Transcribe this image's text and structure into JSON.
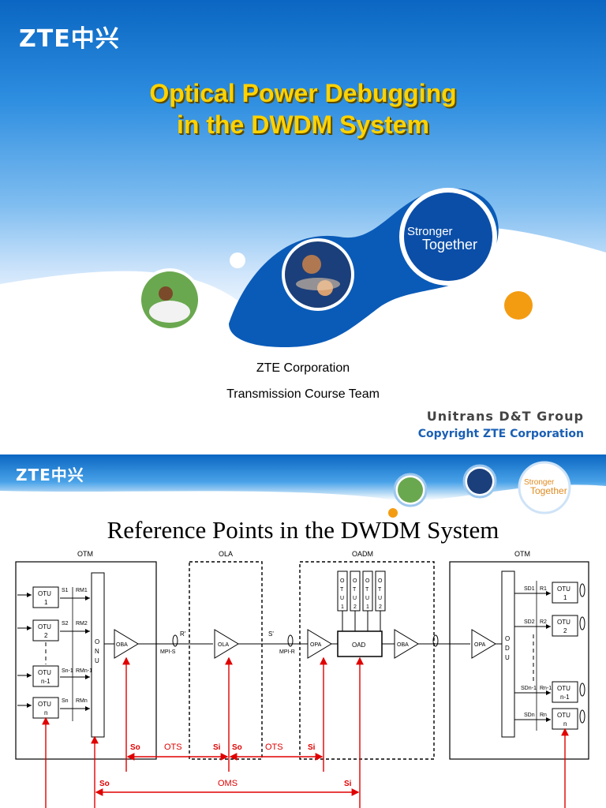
{
  "slide1": {
    "logo": "ZTE中兴",
    "title_line1": "Optical Power Debugging",
    "title_line2": "in the DWDM System",
    "badge_line1": "Stronger",
    "badge_line2": "Together",
    "company": "ZTE Corporation",
    "team": "Transmission Course Team",
    "group": "Unitrans D&T Group",
    "copyright": "Copyright ZTE Corporation"
  },
  "slide2": {
    "logo": "ZTE中兴",
    "badge_line1": "Stronger",
    "badge_line2": "Together",
    "title": "Reference Points in the DWDM System",
    "diagram": {
      "section_labels": [
        "OTM",
        "OLA",
        "OADM",
        "OTM"
      ],
      "otu_left": [
        "OTU 1",
        "OTU 2",
        "OTU n-1",
        "OTU n"
      ],
      "otu_left_lines": [
        [
          "OTU",
          "1"
        ],
        [
          "OTU",
          "2"
        ],
        [
          "OTU",
          "n-1"
        ],
        [
          "OTU",
          "n"
        ]
      ],
      "s_labels_left": [
        "S1",
        "S2",
        "Sn-1",
        "Sn"
      ],
      "rm_labels_left": [
        "RM1",
        "RM2",
        "RMn-1",
        "RMn"
      ],
      "onu": "ONU",
      "oba": "OBA",
      "mpi_s": "MPI-S",
      "r_label": "R'",
      "s_label": "S'",
      "ola": "OLA",
      "mpi_r": "MPI-R",
      "opa": "OPA",
      "oad": "OAD",
      "otu_oadm": [
        "OTU1",
        "OTU2",
        "OTU1",
        "OTU2"
      ],
      "odu": "ODU",
      "sd_labels_right": [
        "SD1",
        "SD2",
        "SDn-1",
        "SDn"
      ],
      "r_labels_right": [
        "R1",
        "R2",
        "Rn-1",
        "Rn"
      ],
      "otu_right_lines": [
        [
          "OTU",
          "1"
        ],
        [
          "OTU",
          "2"
        ],
        [
          "OTU",
          "n-1"
        ],
        [
          "OTU",
          "n"
        ]
      ],
      "span_labels": {
        "so1": "So",
        "ots1": "OTS",
        "si1": "Si",
        "so2": "So",
        "ots2": "OTS",
        "si2": "Si",
        "so3": "So",
        "oms": "OMS",
        "si3": "Si"
      }
    }
  },
  "colors": {
    "brand_blue": "#0a66c2",
    "title_yellow": "#ffd200",
    "accent_orange": "#f39c12",
    "reference_red": "#e00000"
  }
}
